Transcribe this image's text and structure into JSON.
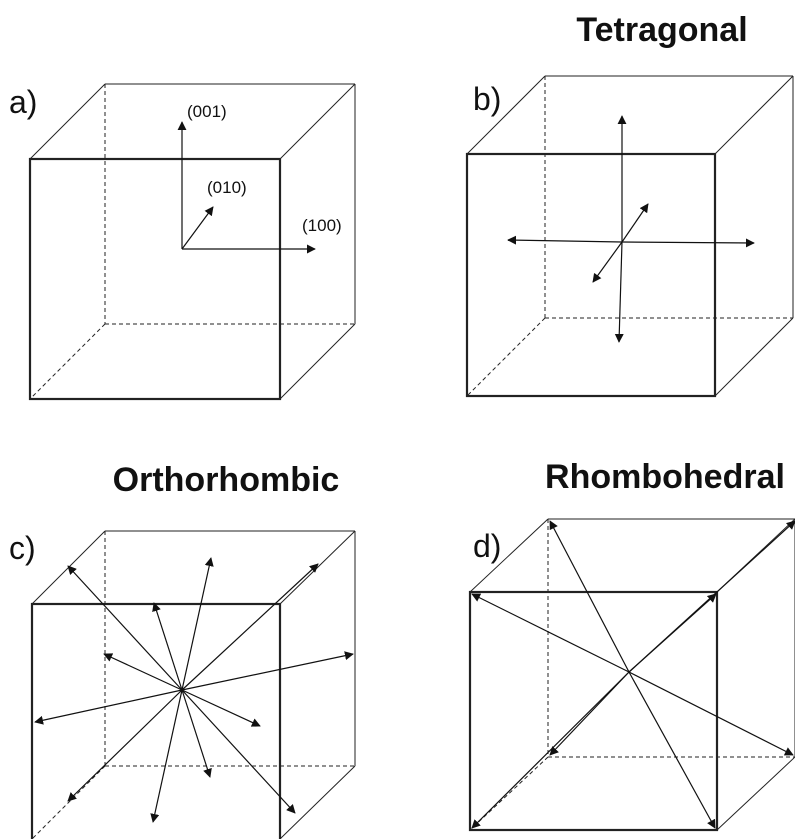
{
  "colors": {
    "line": "#222222",
    "text": "#111111",
    "background": "#ffffff"
  },
  "panels": [
    {
      "label": "a)",
      "title": "",
      "axis_labels": [
        "(001)",
        "(010)",
        "(100)"
      ]
    },
    {
      "label": "b)",
      "title": "Tetragonal"
    },
    {
      "label": "c)",
      "title": "Orthorhombic"
    },
    {
      "label": "d)",
      "title": "Rhombohedral"
    }
  ]
}
